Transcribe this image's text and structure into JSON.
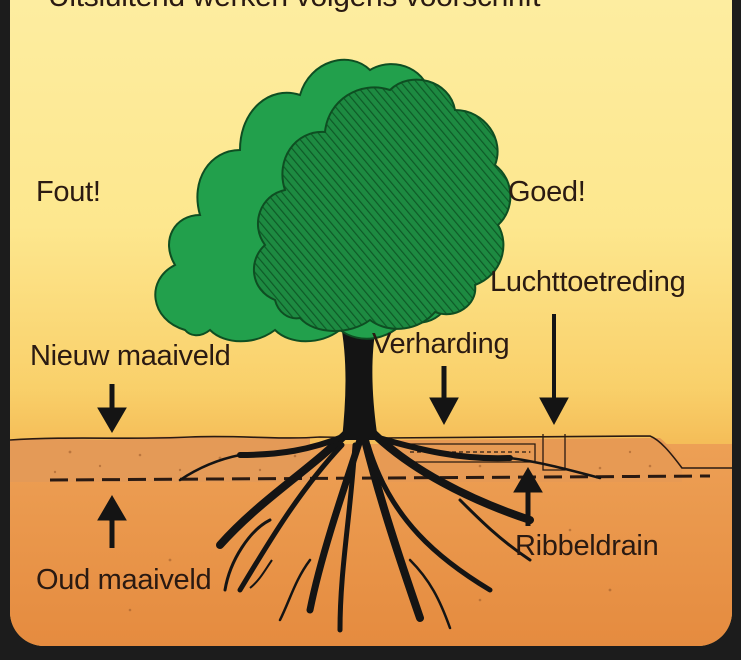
{
  "header_text": "Uitsluitend werken volgens voorschrift",
  "labels": {
    "wrong": "Fout!",
    "right": "Goed!",
    "air_inlet": "Luchttoetreding",
    "new_ground": "Nieuw maaiveld",
    "paving": "Verharding",
    "old_ground": "Oud maaiveld",
    "rib_drain": "Ribbeldrain"
  },
  "colors": {
    "sky_top": "#fdeda0",
    "sky_bottom": "#f3b651",
    "soil": "#e8964a",
    "tree_light": "#22a04c",
    "tree_dark": "#137a36",
    "trunk": "#1a1a1a"
  }
}
